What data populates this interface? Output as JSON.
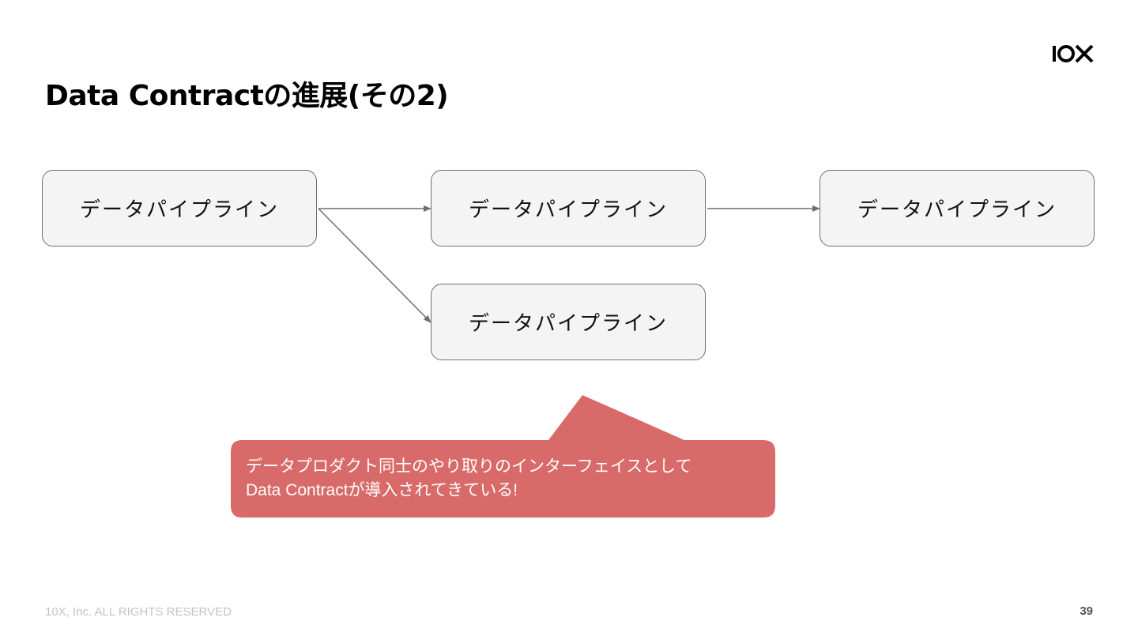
{
  "title": "Data Contractの進展(その2)",
  "logo": {
    "text": "10X"
  },
  "nodes": [
    {
      "label": "データパイプライン"
    },
    {
      "label": "データパイプライン"
    },
    {
      "label": "データパイプライン"
    },
    {
      "label": "データパイプライン"
    }
  ],
  "callout": {
    "line1": "データプロダクト同士のやり取りのインターフェイスとして",
    "line2": "Data Contractが導入されてきている!",
    "color": "#d96a6a"
  },
  "footer": {
    "copyright": "10X, Inc. ALL RIGHTS RESERVED",
    "page_number": "39"
  },
  "colors": {
    "node_fill": "#f4f4f5",
    "node_border": "#6e6e73",
    "arrow": "#6e6e73"
  }
}
